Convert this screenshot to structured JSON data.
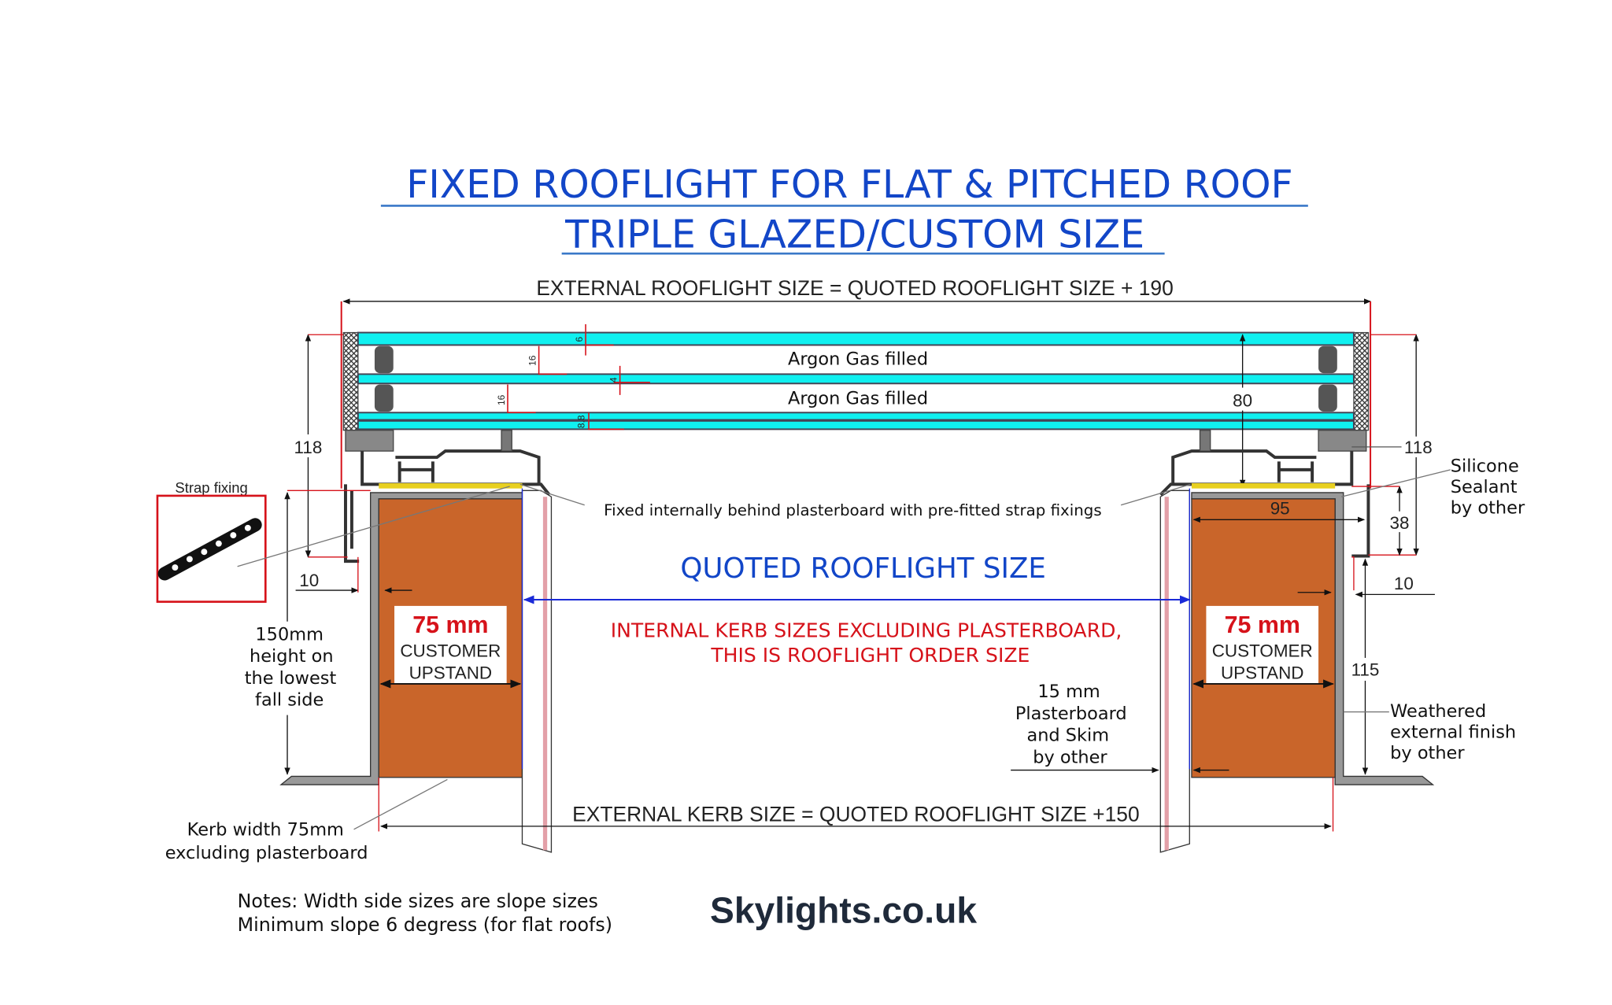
{
  "title": {
    "line1": "FIXED ROOFLIGHT FOR FLAT & PITCHED ROOF",
    "line2": "TRIPLE GLAZED/CUSTOM SIZE"
  },
  "dimensions": {
    "external_rooflight": "EXTERNAL ROOFLIGHT SIZE = QUOTED ROOFLIGHT SIZE + 190",
    "external_kerb": "EXTERNAL KERB SIZE = QUOTED ROOFLIGHT SIZE +150",
    "quoted": "QUOTED ROOFLIGHT SIZE",
    "internal_line1": "INTERNAL KERB SIZES EXCLUDING PLASTERBOARD,",
    "internal_line2": "THIS IS ROOFLIGHT ORDER SIZE",
    "d118_left": "118",
    "d118_right": "118",
    "d10_left": "10",
    "d10_right": "10",
    "d80": "80",
    "d95": "95",
    "d38": "38",
    "d115": "115",
    "pane6": "6",
    "gap16a": "16",
    "pane4": "4",
    "gap16b": "16",
    "pane88": "8.8"
  },
  "glazing": {
    "gas1": "Argon Gas filled",
    "gas2": "Argon Gas filled"
  },
  "labels": {
    "strap_fixing": "Strap fixing",
    "fixed_internally": "Fixed internally behind plasterboard with pre-fitted strap fixings",
    "height": [
      "150mm",
      "height on",
      "the lowest",
      "fall side"
    ],
    "kerb_width": [
      "Kerb width 75mm",
      "excluding plasterboard"
    ],
    "plasterboard": [
      "15 mm",
      "Plasterboard",
      "and Skim",
      "by other"
    ],
    "silicone": [
      "Silicone",
      "Sealant",
      "by other"
    ],
    "weathered": [
      "Weathered",
      "external finish",
      "by other"
    ]
  },
  "upstand_left": {
    "size": "75 mm",
    "line1": "CUSTOMER",
    "line2": "UPSTAND"
  },
  "upstand_right": {
    "size": "75 mm",
    "line1": "CUSTOMER",
    "line2": "UPSTAND"
  },
  "notes": {
    "line1": "Notes: Width side sizes are slope sizes",
    "line2": "Minimum slope 6 degress (for flat roofs)"
  },
  "brand": "Skylights.co.uk",
  "colors": {
    "title": "#1246c8",
    "glass": "#10f0f0",
    "kerb": "#c9652a",
    "red": "#d6121a"
  }
}
